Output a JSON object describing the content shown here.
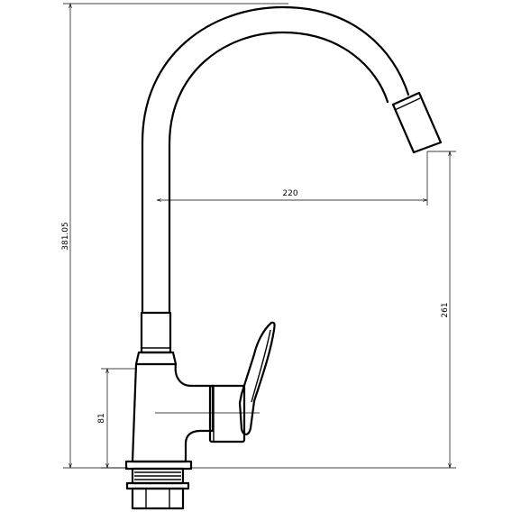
{
  "dimensions": {
    "overall_height": "381.05",
    "spout_reach": "220",
    "spout_height": "261",
    "base_height": "81"
  }
}
